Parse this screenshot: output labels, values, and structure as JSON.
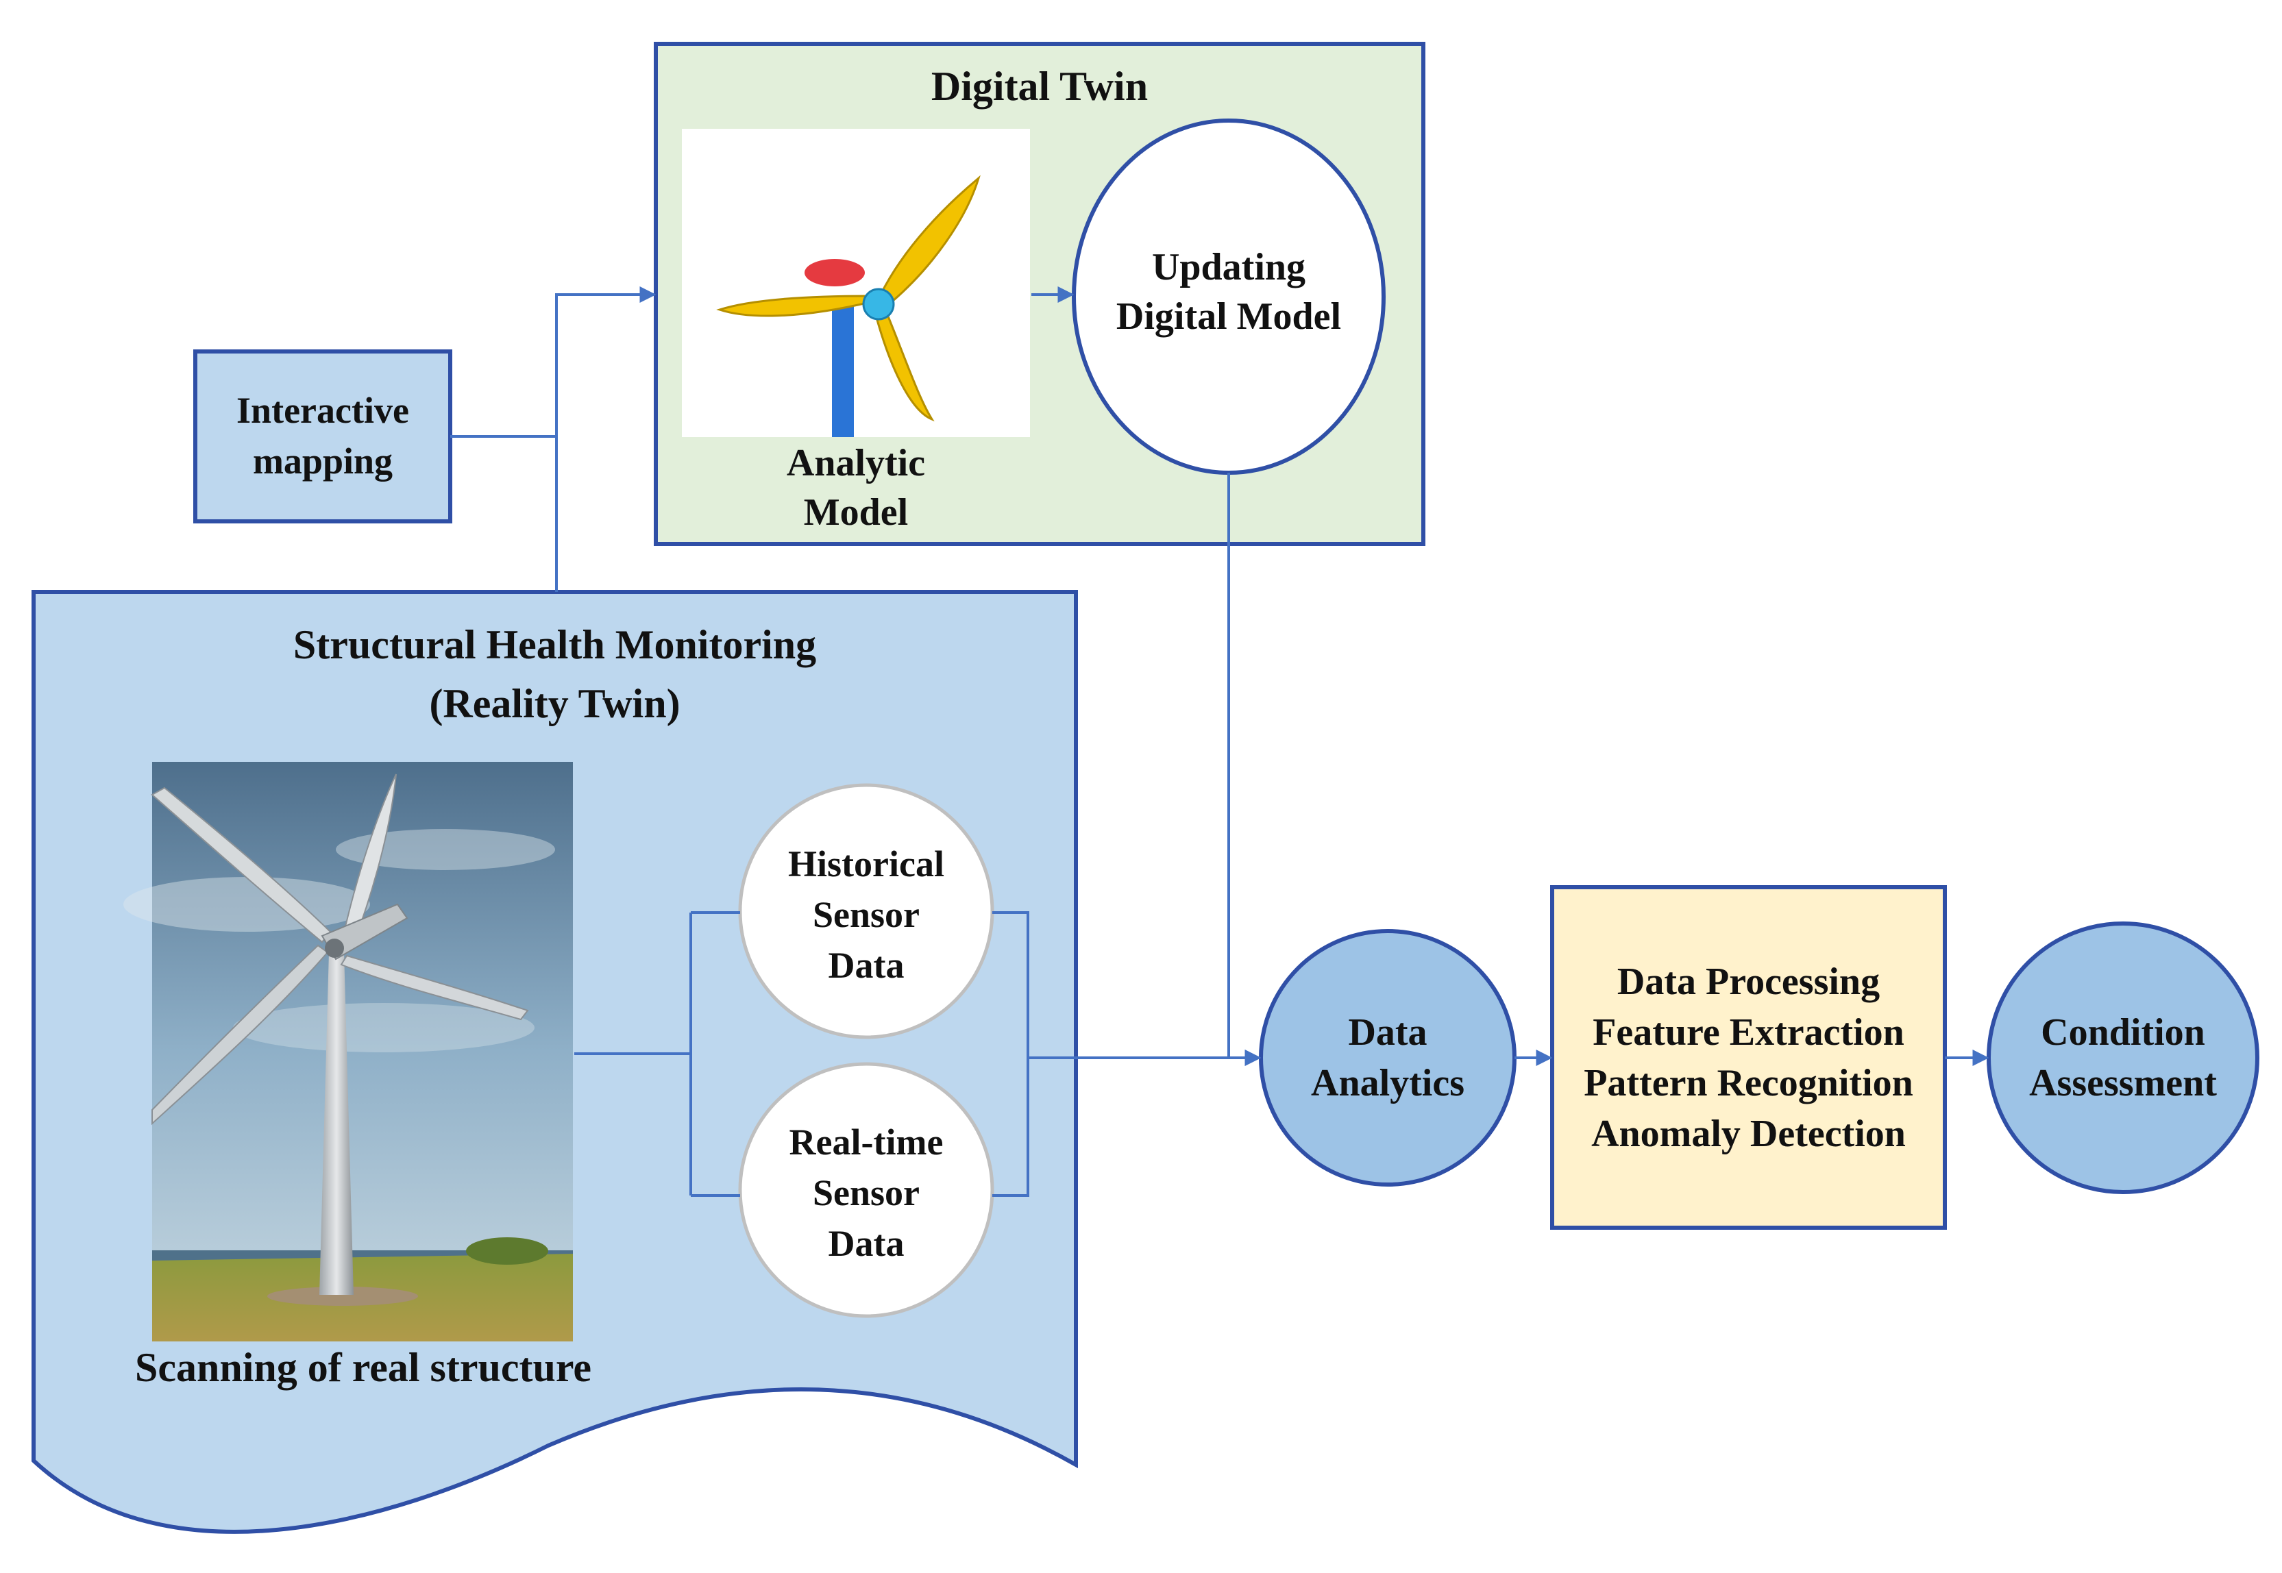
{
  "colors": {
    "stroke": "#2F4FA6",
    "connector": "#4472C4",
    "digital_twin_fill": "#E2EFDA",
    "shm_fill": "#BDD7EE",
    "node_fill": "#9DC3E6",
    "process_fill": "#FFF2CC",
    "sensor_circle_fill": "#FFFFFF",
    "sensor_circle_border": "#BFBFBF"
  },
  "digital_twin": {
    "title": "Digital Twin",
    "analytic_model": [
      "Analytic",
      "Model"
    ],
    "updating_model": [
      "Updating",
      "Digital Model"
    ],
    "analytic_model_image": "wind-turbine-3d-model-icon"
  },
  "interactive_mapping": [
    "Interactive",
    "mapping"
  ],
  "shm": {
    "title": [
      "Structural Health Monitoring",
      "(Reality Twin)"
    ],
    "scan_caption": "Scanning of real structure",
    "photo": "wind-turbine-photo-icon",
    "historical": [
      "Historical",
      "Sensor",
      "Data"
    ],
    "realtime": [
      "Real-time",
      "Sensor",
      "Data"
    ]
  },
  "data_analytics": [
    "Data",
    "Analytics"
  ],
  "processing": [
    "Data Processing",
    "Feature Extraction",
    "Pattern Recognition",
    "Anomaly Detection"
  ],
  "condition": [
    "Condition",
    "Assessment"
  ]
}
